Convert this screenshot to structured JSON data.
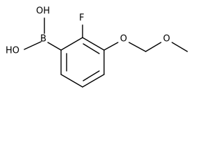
{
  "molecule": {
    "atoms": {
      "oh_top": "OH",
      "oh_bottom": "HO",
      "boron": "B",
      "fluorine": "F",
      "ether_oxygen_1": "O",
      "ether_oxygen_2": "O"
    }
  }
}
